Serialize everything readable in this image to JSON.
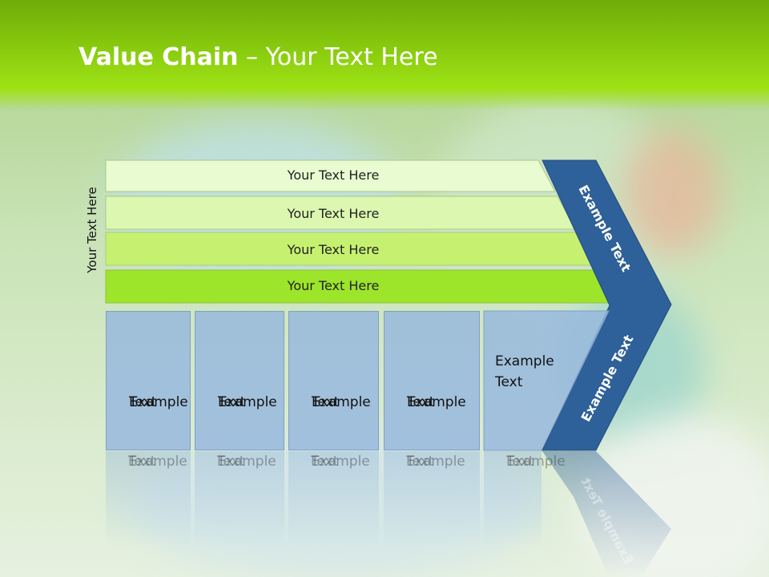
{
  "slide": {
    "title_bold": "Value Chain",
    "title_rest": " – Your Text Here",
    "y_axis_label": "Your Text Here"
  },
  "bars": [
    {
      "label": "Your Text Here",
      "color": "#e9fbd1"
    },
    {
      "label": "Your Text Here",
      "color": "#dcf8b0"
    },
    {
      "label": "Your Text Here",
      "color": "#c6f170"
    },
    {
      "label": "Your Text Here",
      "color": "#9ce52a"
    }
  ],
  "boxes": [
    {
      "line1": "Example",
      "line2": "Text"
    },
    {
      "line1": "Example",
      "line2": "Text"
    },
    {
      "line1": "Example",
      "line2": "Text"
    },
    {
      "line1": "Example",
      "line2": "Text"
    },
    {
      "line1": "Example",
      "line2": "Text"
    }
  ],
  "chevron": {
    "top_label": "Example Text",
    "bottom_label": "Example Text",
    "reflection_label": "Example Text",
    "color": "#2e6099"
  },
  "colors": {
    "header_green": "#86c80d",
    "box_blue": "#98b9de",
    "chevron_blue": "#2e6099"
  }
}
